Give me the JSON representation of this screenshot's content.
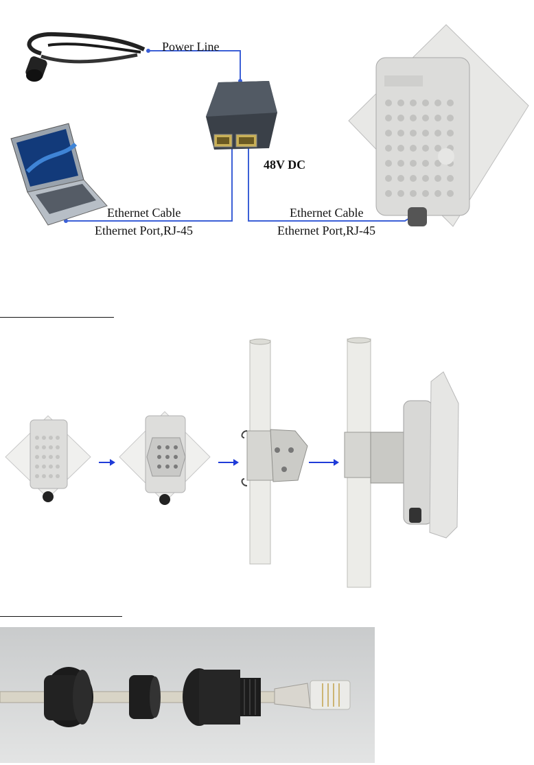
{
  "diagram": {
    "labels": {
      "power_line": "Power Line",
      "dc": "48V DC",
      "eth_left_top": "Ethernet Cable",
      "eth_left_bottom": "Ethernet Port,RJ-45",
      "eth_right_top": "Ethernet Cable",
      "eth_right_bottom": "Ethernet Port,RJ-45"
    },
    "colors": {
      "wire": "#3b5fd6",
      "arrow": "#1f3bd8"
    }
  }
}
